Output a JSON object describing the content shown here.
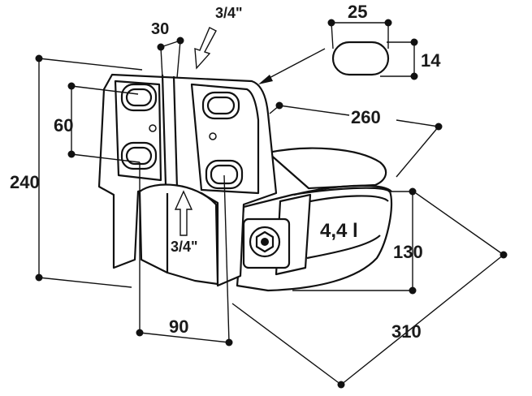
{
  "drawing": {
    "labels": {
      "thread_top": "3/4\"",
      "thread_bottom": "3/4\"",
      "width_30": "30",
      "slot_width": "25",
      "slot_height": "14",
      "bowl_depth": "260",
      "hole_spacing": "60",
      "height": "240",
      "capacity": "4,4 l",
      "bowl_height": "130",
      "base_width": "90",
      "bowl_width": "310"
    }
  }
}
